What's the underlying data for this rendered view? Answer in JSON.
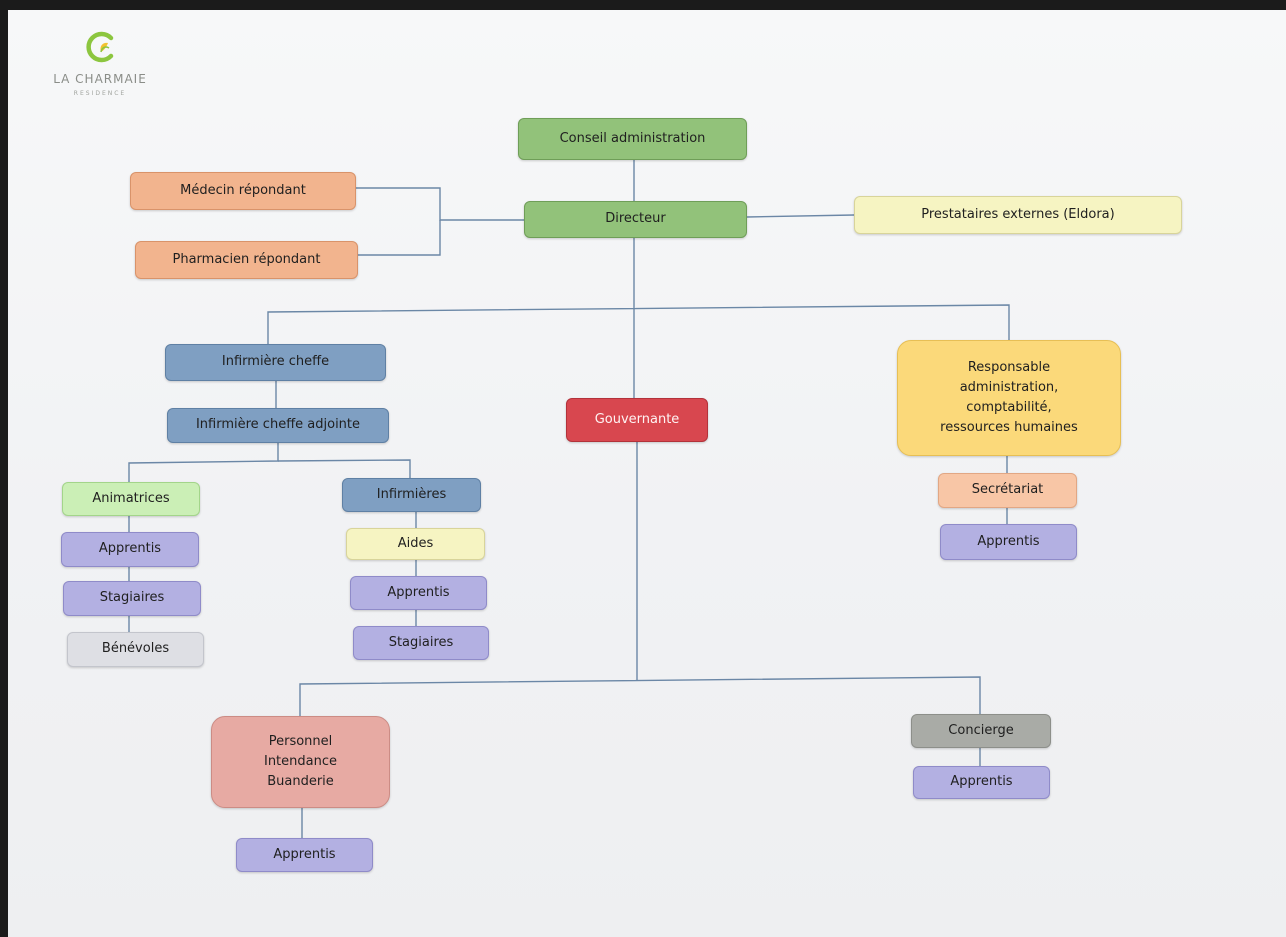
{
  "logo": {
    "name": "LA CHARMAIE",
    "sub": "RESIDENCE",
    "mark_color": "#8cc63f"
  },
  "org_chart": {
    "conseil": "Conseil administration",
    "directeur": "Directeur",
    "medecin": "Médecin répondant",
    "pharmacien": "Pharmacien répondant",
    "prestataires": "Prestataires externes (Eldora)",
    "infirmiere_cheffe": "Infirmière cheffe",
    "infirmiere_cheffe_adjointe": "Infirmière cheffe adjointe",
    "gouvernante": "Gouvernante",
    "responsable_admin": [
      "Responsable",
      "administration,",
      "comptabilité,",
      "ressources humaines"
    ],
    "secretariat": "Secrétariat",
    "apprentis_admin": "Apprentis",
    "animatrices": "Animatrices",
    "apprentis_anim": "Apprentis",
    "stagiaires_anim": "Stagiaires",
    "benevoles": "Bénévoles",
    "infirmieres": "Infirmières",
    "aides": "Aides",
    "apprentis_inf": "Apprentis",
    "stagiaires_inf": "Stagiaires",
    "personnel": [
      "Personnel",
      "Intendance",
      "Buanderie"
    ],
    "apprentis_personnel": "Apprentis",
    "concierge": "Concierge",
    "apprentis_concierge": "Apprentis"
  },
  "colors": {
    "green": "#92c27a",
    "orange": "#f2b48e",
    "light_yellow": "#f6f4c2",
    "blue": "#7f9fc2",
    "red": "#d8474f",
    "gold": "#fbd97a",
    "peach": "#f8c6a6",
    "lavender": "#b3b0e2",
    "light_green": "#cbefb6",
    "light_gray": "#dedfe4",
    "rose": "#e7aaa3",
    "gray": "#a9aba6",
    "connector": "#6b87a6"
  }
}
